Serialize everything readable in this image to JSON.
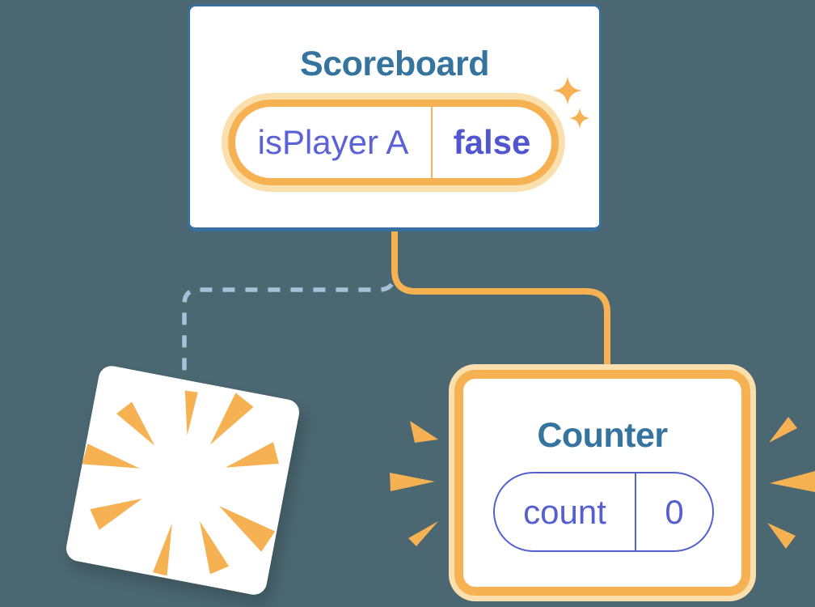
{
  "colors": {
    "background": "#4B6771",
    "scoreboardBorder": "#38719D",
    "titleText": "#35749E",
    "orange": "#F6B152",
    "creamOrange": "#FBDFAC",
    "stateIndigo": "#5B61D6",
    "stateIndigoBold": "#5156CF",
    "counterIndigo": "#5560D0",
    "dashedLine": "#A6C0D8"
  },
  "scoreboard": {
    "title": "Scoreboard",
    "state": {
      "name": "isPlayer A",
      "value": "false"
    }
  },
  "counter": {
    "title": "Counter",
    "state": {
      "name": "count",
      "value": "0"
    }
  }
}
